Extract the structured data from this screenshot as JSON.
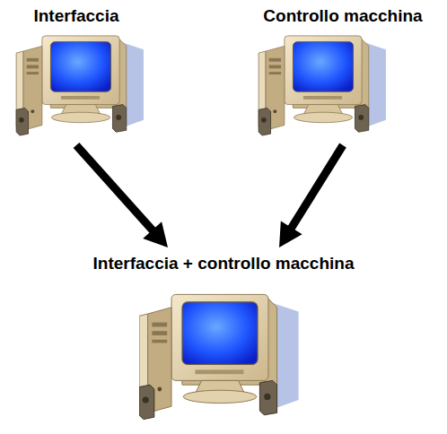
{
  "diagram": {
    "nodes": [
      {
        "text": [
          "Interfaccia"
        ]
      },
      {
        "text": [
          "Controllo macchina"
        ]
      },
      {
        "text": [
          "Interfaccia + controllo macchina"
        ]
      }
    ],
    "edges": [
      {
        "from": 0,
        "to": 2,
        "arrow": "to"
      },
      {
        "from": 1,
        "to": 2,
        "arrow": "to"
      }
    ]
  }
}
